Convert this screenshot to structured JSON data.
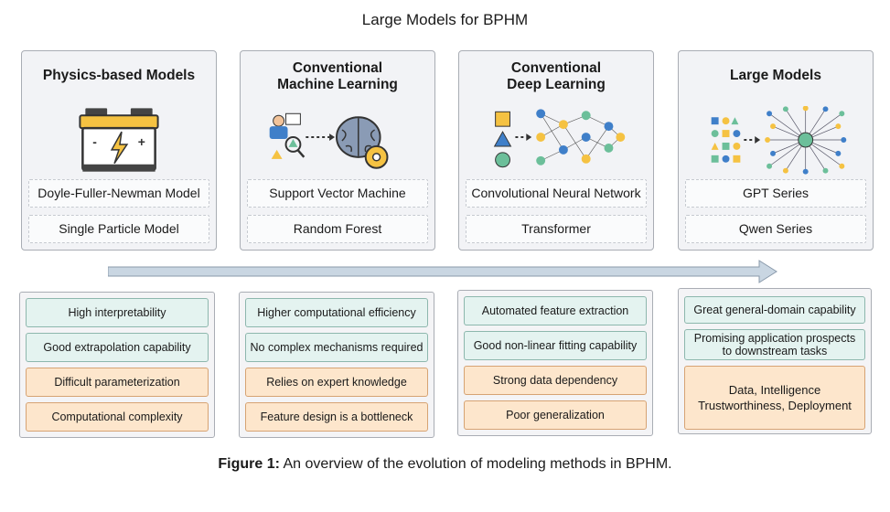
{
  "title": "Large Models for BPHM",
  "panels": [
    {
      "title": "Physics-based Models",
      "models": [
        "Doyle-Fuller-Newman Model",
        "Single Particle Model"
      ],
      "icon": "battery-icon"
    },
    {
      "title": "Conventional\nMachine Learning",
      "models": [
        "Support Vector Machine",
        "Random Forest"
      ],
      "icon": "brain-gear-icon"
    },
    {
      "title": "Conventional\nDeep Learning",
      "models": [
        "Convolutional Neural Network",
        "Transformer"
      ],
      "icon": "neural-network-icon"
    },
    {
      "title": "Large Models",
      "models": [
        "GPT Series",
        "Qwen Series"
      ],
      "icon": "large-network-icon"
    }
  ],
  "groups": [
    {
      "pros": [
        "High interpretability",
        "Good extrapolation capability"
      ],
      "cons": [
        "Difficult parameterization",
        "Computational complexity"
      ]
    },
    {
      "pros": [
        "Higher computational efficiency",
        "No complex mechanisms required"
      ],
      "cons": [
        "Relies on expert knowledge",
        "Feature design is a bottleneck"
      ]
    },
    {
      "pros": [
        "Automated feature extraction",
        "Good non-linear fitting capability"
      ],
      "cons": [
        "Strong data dependency",
        "Poor generalization"
      ]
    },
    {
      "pros": [
        "Great general-domain capability",
        "Promising application prospects\nto downstream tasks"
      ],
      "cons": [
        "Data, Intelligence\nTrustworthiness, Deployment"
      ]
    }
  ],
  "caption": {
    "label": "Figure 1:",
    "text": "An overview of the evolution of modeling methods in BPHM."
  },
  "colors": {
    "pro_fill": "#e4f3f0",
    "con_fill": "#fde6cc",
    "arrow": "#c9d6e2"
  }
}
